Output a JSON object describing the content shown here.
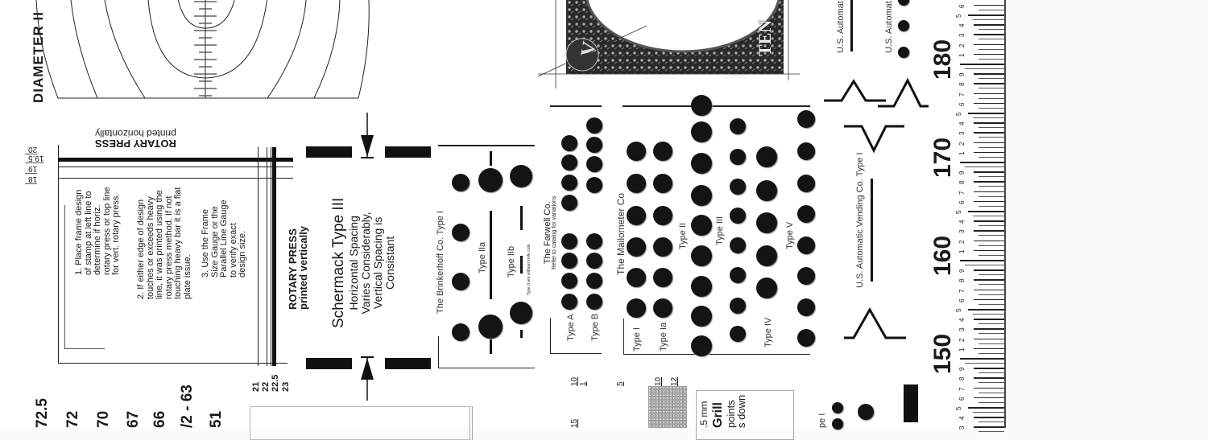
{
  "diameter_label": "DIAMETER II",
  "left_scale_numbers": [
    "72.5",
    "72",
    "70",
    "67",
    "66",
    "/2 - 63",
    "51"
  ],
  "rotary_horizontal": {
    "title": "ROTARY PRESS",
    "subtitle": "printed horizontally"
  },
  "horizontal_line_labels": [
    "20",
    "19.5",
    "19",
    "18"
  ],
  "instructions": [
    "1. Place frame design of stamp at left line to determine if horiz. rotary press or top line for vert. rotary press.",
    "2. If either edge of design touches or exceeds heavy line, it was printed using the rotary press method. If not touching heavy bar it is a flat plate issue.",
    "3. Use the Frame Size Gauge or the Parallel Line Gauge to verify exact design size."
  ],
  "rotary_vertical": {
    "title": "ROTARY PRESS",
    "subtitle": "printed vertically"
  },
  "vertical_line_labels": [
    "21",
    "22",
    "22.5",
    "23"
  ],
  "schermack": {
    "title": "Schermack Type III",
    "lines": [
      "Horizontal Spacing",
      "Varies Considerably,",
      "Vertical Spacing is",
      "Consistant"
    ]
  },
  "brinkerhoff": {
    "title": "The Brinkerhoff Co. Type I",
    "type_iia": "Type IIa",
    "type_iib": "Type IIb",
    "note": "Type II are without knife cuts"
  },
  "farwell": {
    "title": "The Farwell Co.",
    "subtitle": "Refer to catalog for variations",
    "type_a": "Type A",
    "type_b": "Type B"
  },
  "mailometer": {
    "title": "The Mailometer Co",
    "types": [
      "Type I",
      "Type Ia",
      "Type II",
      "Type III",
      "Type IV",
      "Type V"
    ]
  },
  "grill_scale_labels": [
    "10",
    "1",
    "5",
    "10",
    "12",
    "15"
  ],
  "grill_box": {
    "mm": ".5 mm",
    "title": "Grill",
    "line1": "points",
    "line2": "s down"
  },
  "us_vending": {
    "label": "U.S. Automatic Vending Co. Type I",
    "top_label_1": "U.S. Automat",
    "top_label_2": "U.S. Automat",
    "bottom_label": "pe I"
  },
  "stamp": {
    "text": "TEN"
  },
  "ruler": {
    "major_labels": [
      "150",
      "160",
      "170",
      "180"
    ],
    "start": 142,
    "end": 188
  }
}
